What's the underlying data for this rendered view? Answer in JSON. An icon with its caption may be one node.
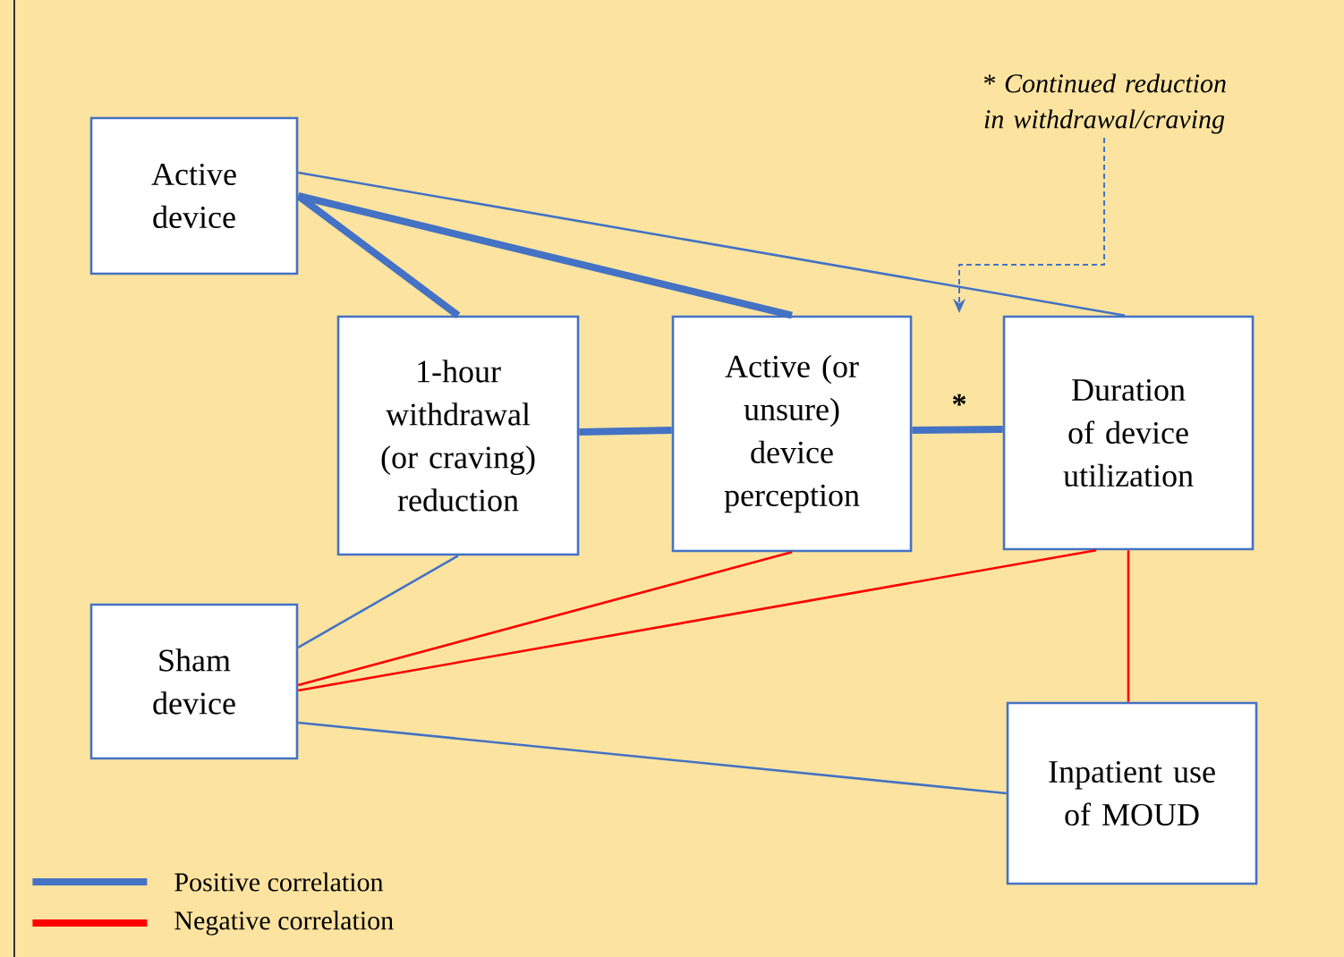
{
  "diagram": {
    "nodes": [
      {
        "text": [
          "Active device"
        ]
      },
      {
        "text": [
          "1-hour withdrawal (or craving) reduction"
        ]
      },
      {
        "text": [
          "Active (or unsure) device perception"
        ]
      },
      {
        "text": [
          "Duration of device utilization"
        ]
      },
      {
        "text": [
          "Sham device"
        ]
      },
      {
        "text": [
          "Inpatient use of MOUD"
        ]
      },
      {
        "text": [
          "* Continued reduction in withdrawal/craving"
        ]
      }
    ],
    "edges": [
      {
        "from": 0,
        "to": 1,
        "arrow": "none",
        "style": "thick"
      },
      {
        "from": 0,
        "to": 2,
        "arrow": "none",
        "style": "thick"
      },
      {
        "from": 0,
        "to": 3,
        "arrow": "none"
      },
      {
        "from": 1,
        "to": 2,
        "arrow": "none",
        "style": "thick"
      },
      {
        "from": 2,
        "to": 3,
        "arrow": "none",
        "style": "thick"
      },
      {
        "from": 1,
        "to": 4,
        "arrow": "none"
      },
      {
        "from": 4,
        "to": 2,
        "arrow": "none",
        "color": "#ff0000"
      },
      {
        "from": 4,
        "to": 3,
        "arrow": "none",
        "color": "#ff0000"
      },
      {
        "from": 3,
        "to": 5,
        "arrow": "none",
        "color": "#ff0000"
      },
      {
        "from": 4,
        "to": 5,
        "arrow": "none"
      },
      {
        "from": 6,
        "to": null,
        "arrow": "to",
        "style": "dashed"
      }
    ],
    "labels": [
      "*"
    ],
    "legend": [
      {
        "text": "Positive correlation",
        "color": "#4472c4"
      },
      {
        "text": "Negative correlation",
        "color": "#ff0000"
      }
    ]
  }
}
